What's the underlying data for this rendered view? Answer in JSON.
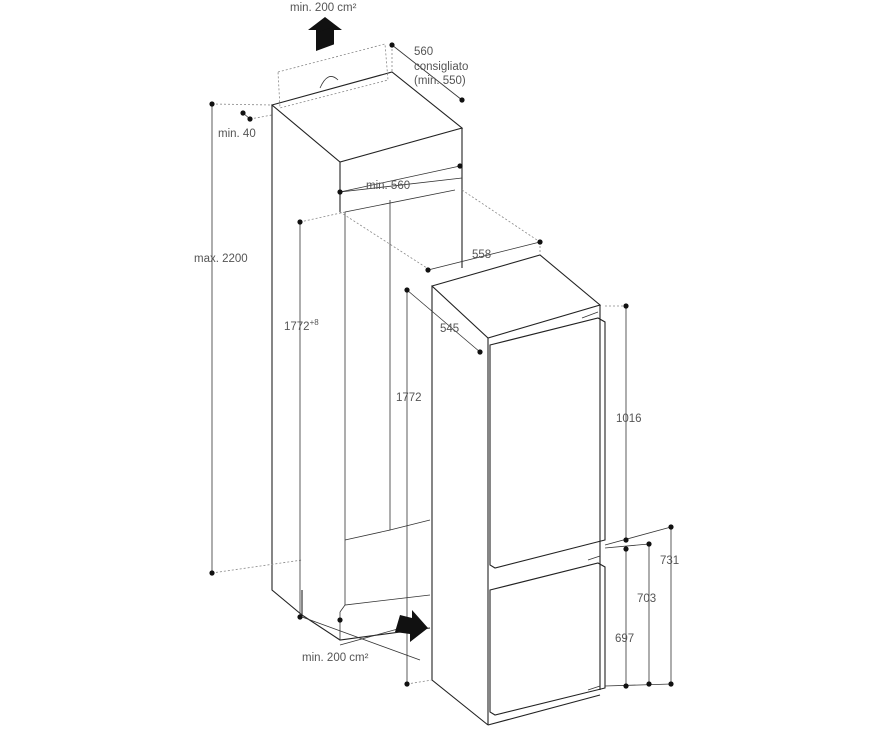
{
  "labels": {
    "top_vent": "min. 200 cm²",
    "depth_560": "560",
    "consigliato": "consigliato",
    "min_550": "(min. 550)",
    "min_40": "min. 40",
    "max_2200": "max. 2200",
    "min_560": "min. 560",
    "niche_1772_main": "1772",
    "niche_1772_sup": "+8",
    "width_558": "558",
    "depth_545": "545",
    "appliance_1772": "1772",
    "upper_1016": "1016",
    "dim_731": "731",
    "dim_703": "703",
    "dim_697": "697",
    "bottom_vent": "min. 200 cm²"
  },
  "colors": {
    "line": "#222222",
    "label": "#555555",
    "dash": "#888888"
  }
}
